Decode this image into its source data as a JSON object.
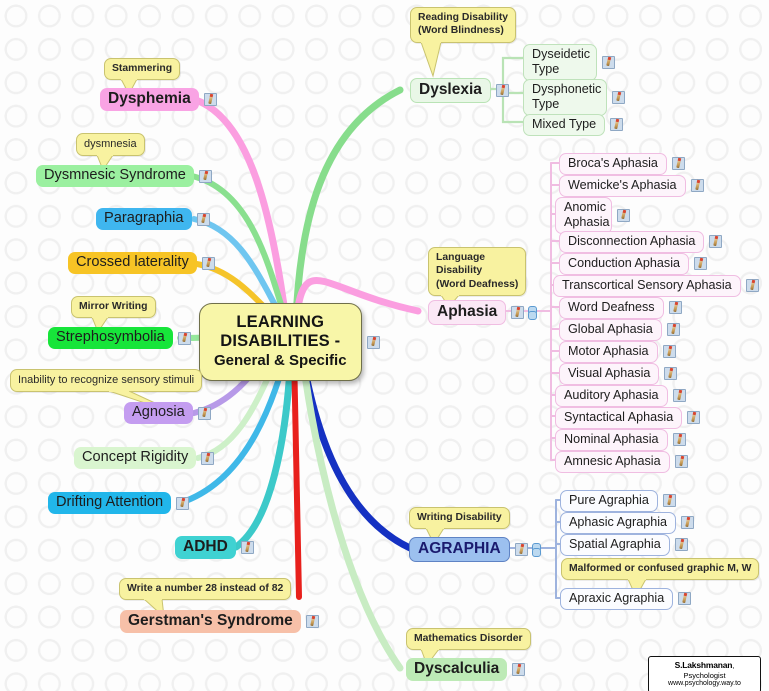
{
  "meta": {
    "title": "Learning Disabilities - General & Specific mind map"
  },
  "central": {
    "line1": "LEARNING",
    "line2": "DISABILITIES -",
    "line3": "General & Specific",
    "color": "#f8f6a8"
  },
  "branches": [
    {
      "name": "dyslexia",
      "label": "Dyslexia",
      "color": "#86d98a",
      "note": "Reading Disability\n(Word Blindness)",
      "children": [
        "Dyseidetic Type",
        "Dysphonetic Type",
        "Mixed Type"
      ]
    },
    {
      "name": "aphasia",
      "label": "Aphasia",
      "color": "#f3aee0",
      "note": "Language Disability (Word Deafness)",
      "children": [
        "Broca's Aphasia",
        "Wemicke's Aphasia",
        "Anomic Aphasia",
        "Disconnection Aphasia",
        "Conduction Aphasia",
        "Transcortical Sensory Aphasia",
        "Word Deafness",
        "Global Aphasia",
        "Motor Aphasia",
        "Visual Aphasia",
        "Auditory Aphasia",
        "Syntactical Aphasia",
        "Nominal Aphasia",
        "Amnesic Aphasia"
      ]
    },
    {
      "name": "agraphia",
      "label": "AGRAPHIA",
      "color": "#2a41b0",
      "note": "Writing Disability",
      "children": [
        "Pure Agraphia",
        "Aphasic Agraphia",
        "Spatial Agraphia",
        "Apraxic Agraphia"
      ]
    },
    {
      "name": "dyscalculia",
      "label": "Dyscalculia",
      "color": "#c6ecc2",
      "note": "Mathematics Disorder",
      "children": []
    }
  ],
  "nodes": {
    "dysphemia": {
      "label": "Dysphemia",
      "callout": "Stammering"
    },
    "dysmnesic": {
      "label": "Dysmnesic Syndrome",
      "callout": "dysmnesia"
    },
    "paragraphia": {
      "label": "Paragraphia"
    },
    "crossed_laterality": {
      "label": "Crossed laterality"
    },
    "strephosymbolia": {
      "label": "Strephosymbolia",
      "callout": "Mirror Writing"
    },
    "agnosia": {
      "label": "Agnosia",
      "callout": "Inability to recognize sensory stimuli"
    },
    "concept_rigidity": {
      "label": "Concept Rigidity"
    },
    "drifting_attention": {
      "label": "Drifting Attention"
    },
    "adhd": {
      "label": "ADHD"
    },
    "gerstman": {
      "label": "Gerstman's Syndrome",
      "callout": "Write a number 28 instead of 82"
    },
    "dyslexia": {
      "label": "Dyslexia",
      "callout_l1": "Reading Disability",
      "callout_l2": "(Word Blindness)"
    },
    "aphasia": {
      "label": "Aphasia",
      "callout_l1": "Language",
      "callout_l2": "Disability",
      "callout_l3": "(Word Deafness)"
    },
    "agraphia": {
      "label": "AGRAPHIA",
      "callout": "Writing Disability"
    },
    "dyscalculia": {
      "label": "Dyscalculia",
      "callout": "Mathematics Disorder"
    }
  },
  "dyslexia_children": [
    {
      "label": "Dyseidetic\nType",
      "l1": "Dyseidetic",
      "l2": "Type"
    },
    {
      "label": "Dysphonetic\nType",
      "l1": "Dysphonetic",
      "l2": "Type"
    },
    {
      "label": "Mixed Type"
    }
  ],
  "aphasia_children": [
    {
      "label": "Broca's Aphasia"
    },
    {
      "label": "Wemicke's Aphasia"
    },
    {
      "l1": "Anomic",
      "l2": "Aphasia"
    },
    {
      "label": "Disconnection Aphasia"
    },
    {
      "label": "Conduction Aphasia"
    },
    {
      "label": "Transcortical Sensory Aphasia"
    },
    {
      "label": "Word Deafness"
    },
    {
      "label": "Global Aphasia"
    },
    {
      "label": "Motor Aphasia"
    },
    {
      "label": "Visual Aphasia"
    },
    {
      "label": "Auditory Aphasia"
    },
    {
      "label": "Syntactical Aphasia"
    },
    {
      "label": "Nominal Aphasia"
    },
    {
      "label": "Amnesic Aphasia"
    }
  ],
  "agraphia_children": [
    {
      "label": "Pure Agraphia"
    },
    {
      "label": "Aphasic Agraphia"
    },
    {
      "label": "Spatial Agraphia"
    },
    {
      "label": "Apraxic Agraphia",
      "callout": "Malformed or confused graphic M, W"
    }
  ],
  "credit": {
    "name": "S.Lakshmanan",
    "role": ", Psychologist",
    "site": "www.psychology.way.to"
  },
  "colors": {
    "central_fill": "#f8f6a8",
    "dysphemia": "#f9a3e4",
    "dysmnesic": "#9bf0a0",
    "paragraphia": "#3fb6ef",
    "crossed_laterality": "#f7c425",
    "strephosymbolia": "#17e53a",
    "agnosia": "#c49df0",
    "concept_rigidity": "#d9f5cf",
    "drifting_attention": "#21b6ea",
    "adhd": "#3fd2d2",
    "gerstman": "#f7c0a8",
    "dyslexia": "#e9f7e7",
    "aphasia": "#fbe8f6",
    "agraphia": "#9cc0ef",
    "dyscalculia": "#bdeab6",
    "branch_dyslexia": "#87dd8c",
    "branch_aphasia": "#fb9ee0",
    "branch_agraphia": "#1531c2",
    "branch_dyscalculia": "#c8ecc3",
    "branch_dysmnesic": "#8ae08f",
    "branch_paragraphia": "#6fc6f0",
    "branch_crossed": "#f5c42a",
    "branch_strepho": "#96e89c",
    "branch_agnosia": "#b79ae8",
    "branch_concept": "#cdf0c8",
    "branch_drifting": "#3fb8e8",
    "branch_adhd": "#3cc9c9",
    "branch_gerstman": "#e8201c"
  }
}
